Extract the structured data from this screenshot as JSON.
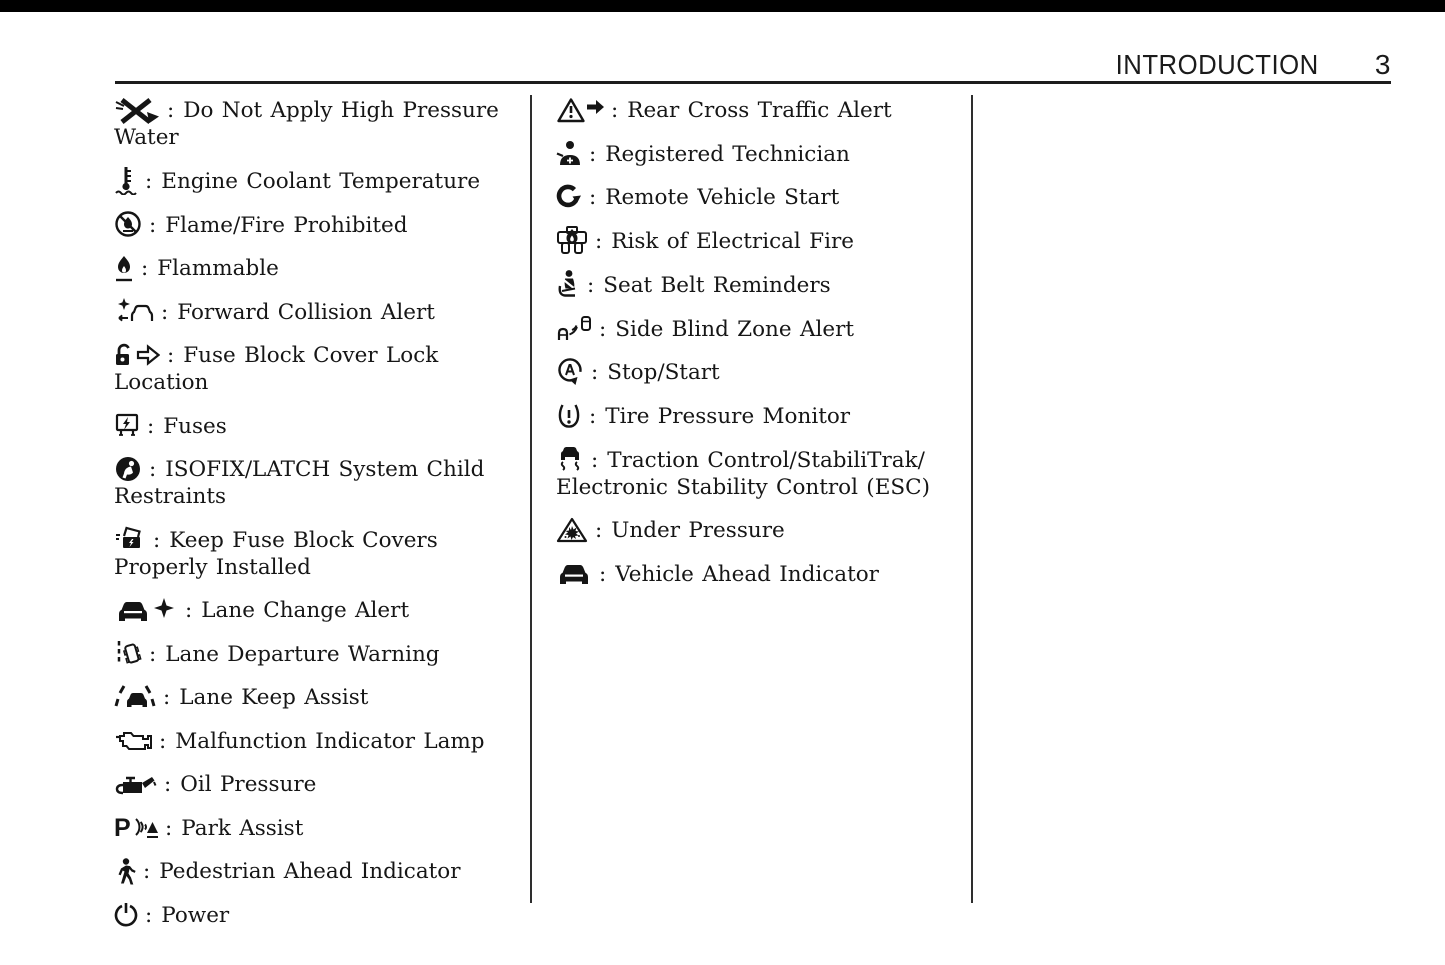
{
  "page": {
    "background": "#ffffff",
    "top_bar_color": "#000000",
    "text_color": "#161616",
    "rule_color": "#1c1c1c"
  },
  "header": {
    "title": "INTRODUCTION",
    "page_number": "3"
  },
  "colon_separator": ":",
  "columns": [
    {
      "items": [
        {
          "icon": "no-high-pressure-water-icon",
          "label": "Do Not Apply High Pressure Water"
        },
        {
          "icon": "engine-coolant-temperature-icon",
          "label": "Engine Coolant Temperature"
        },
        {
          "icon": "flame-fire-prohibited-icon",
          "label": "Flame/Fire Prohibited"
        },
        {
          "icon": "flammable-icon",
          "label": "Flammable"
        },
        {
          "icon": "forward-collision-alert-icon",
          "label": "Forward Collision Alert"
        },
        {
          "icon": "fuse-block-cover-lock-icon",
          "label": "Fuse Block Cover Lock Location"
        },
        {
          "icon": "fuses-icon",
          "label": "Fuses"
        },
        {
          "icon": "isofix-latch-child-restraints-icon",
          "label": "ISOFIX/LATCH System Child Restraints"
        },
        {
          "icon": "keep-fuse-block-covers-icon",
          "label": "Keep Fuse Block Covers Properly Installed"
        },
        {
          "icon": "lane-change-alert-icon",
          "label": "Lane Change Alert"
        },
        {
          "icon": "lane-departure-warning-icon",
          "label": "Lane Departure Warning"
        },
        {
          "icon": "lane-keep-assist-icon",
          "label": "Lane Keep Assist"
        },
        {
          "icon": "malfunction-indicator-lamp-icon",
          "label": "Malfunction Indicator Lamp"
        },
        {
          "icon": "oil-pressure-icon",
          "label": "Oil Pressure"
        },
        {
          "icon": "park-assist-icon",
          "label": "Park Assist"
        },
        {
          "icon": "pedestrian-ahead-icon",
          "label": "Pedestrian Ahead Indicator"
        },
        {
          "icon": "power-icon",
          "label": "Power"
        }
      ]
    },
    {
      "items": [
        {
          "icon": "rear-cross-traffic-alert-icon",
          "label": "Rear Cross Traffic Alert"
        },
        {
          "icon": "registered-technician-icon",
          "label": "Registered Technician"
        },
        {
          "icon": "remote-vehicle-start-icon",
          "label": "Remote Vehicle Start"
        },
        {
          "icon": "risk-of-electrical-fire-icon",
          "label": "Risk of Electrical Fire"
        },
        {
          "icon": "seat-belt-reminders-icon",
          "label": "Seat Belt Reminders"
        },
        {
          "icon": "side-blind-zone-alert-icon",
          "label": "Side Blind Zone Alert"
        },
        {
          "icon": "stop-start-icon",
          "label": "Stop/Start"
        },
        {
          "icon": "tire-pressure-monitor-icon",
          "label": "Tire Pressure Monitor"
        },
        {
          "icon": "traction-control-icon",
          "label": "Traction Control/StabiliTrak/​Electronic Stability Control (ESC)"
        },
        {
          "icon": "under-pressure-icon",
          "label": "Under Pressure"
        },
        {
          "icon": "vehicle-ahead-indicator-icon",
          "label": "Vehicle Ahead Indicator"
        }
      ]
    },
    {
      "items": []
    }
  ]
}
